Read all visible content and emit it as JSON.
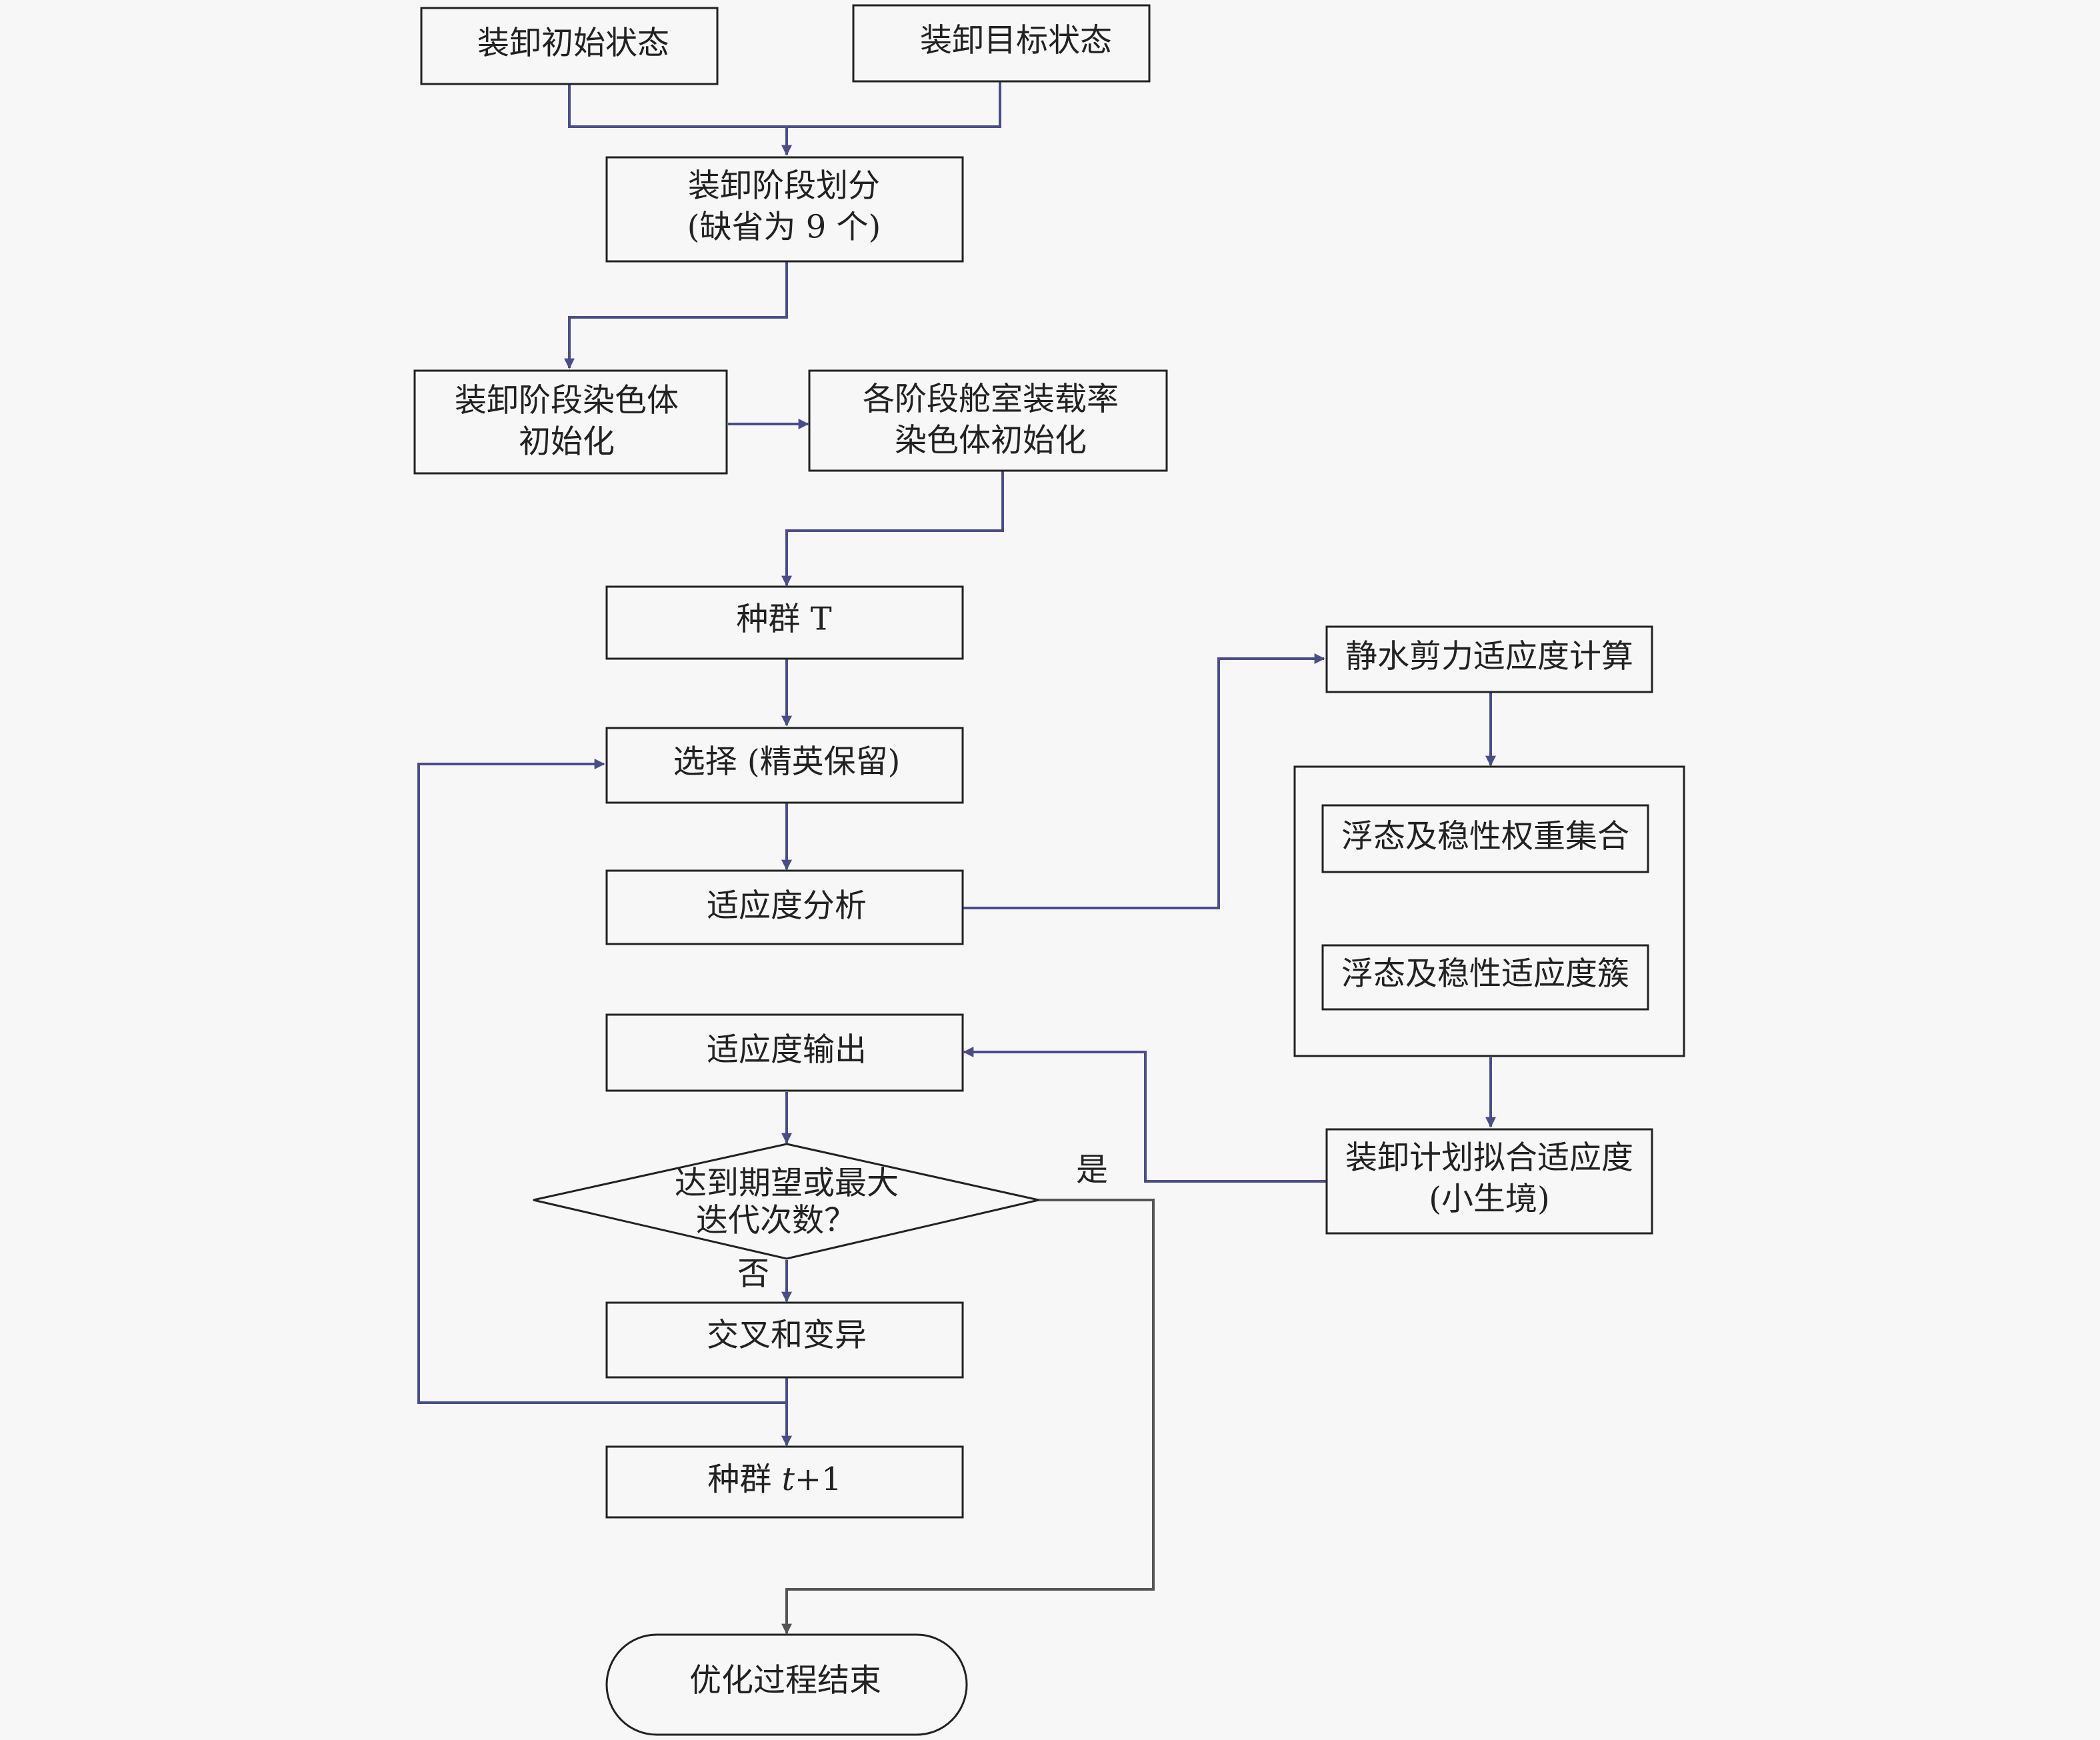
{
  "nodes": {
    "initial_state": "装卸初始状态",
    "target_state": "装卸目标状态",
    "stage_division_line1": "装卸阶段划分",
    "stage_division_line2": "(缺省为 9 个)",
    "stage_chrom_line1": "装卸阶段染色体",
    "stage_chrom_line2": "初始化",
    "cabin_chrom_line1": "各阶段舱室装载率",
    "cabin_chrom_line2": "染色体初始化",
    "population_t": "种群 T",
    "selection": "选择 (精英保留)",
    "fitness_analysis": "适应度分析",
    "shear_fitness": "静水剪力适应度计算",
    "weight_set": "浮态及稳性权重集合",
    "fitness_cluster": "浮态及稳性适应度簇",
    "fitness_output": "适应度输出",
    "plan_fitness_line1": "装卸计划拟合适应度",
    "plan_fitness_line2": "(小生境)",
    "decision_line1": "达到期望或最大",
    "decision_line2": "迭代次数？",
    "crossover": "交叉和变异",
    "population_next_prefix": "种群 ",
    "population_next_var": "t",
    "population_next_suffix": "+1",
    "end": "优化过程结束"
  },
  "edge_labels": {
    "yes": "是",
    "no": "否"
  },
  "colors": {
    "background": "#f7f7f7",
    "box_stroke": "#222222",
    "connector_blue": "#4a4d8c",
    "connector_gray": "#555555"
  }
}
